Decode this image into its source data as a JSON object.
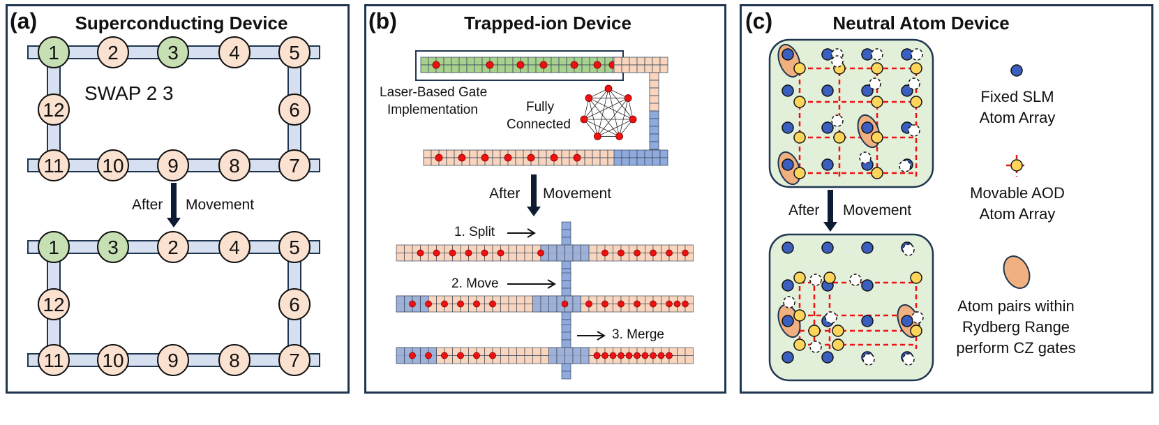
{
  "panel_a": {
    "label": "(a)",
    "title": "Superconducting Device",
    "swap_text": "SWAP 2 3",
    "after_text": "After",
    "movement_text": "Movement",
    "top_qubits": [
      "1",
      "2",
      "3",
      "4",
      "5",
      "6",
      "7",
      "8",
      "9",
      "10",
      "11",
      "12"
    ],
    "bottom_qubits": [
      "1",
      "3",
      "2",
      "4",
      "5",
      "6",
      "7",
      "8",
      "9",
      "10",
      "11",
      "12"
    ],
    "green_top": [
      "1",
      "3"
    ],
    "green_bottom": [
      "1",
      "3"
    ]
  },
  "panel_b": {
    "label": "(b)",
    "title": "Trapped-ion Device",
    "laser_label_line1": "Laser-Based Gate",
    "laser_label_line2": "Implementation",
    "fully_line1": "Fully",
    "fully_line2": "Connected",
    "after_text": "After",
    "movement_text": "Movement",
    "step1": "1. Split",
    "step2": "2. Move",
    "step3": "3. Merge"
  },
  "panel_c": {
    "label": "(c)",
    "title": "Neutral Atom Device",
    "after_text": "After",
    "movement_text": "Movement",
    "legend_slm_line1": "Fixed SLM",
    "legend_slm_line2": "Atom Array",
    "legend_aod_line1": "Movable AOD",
    "legend_aod_line2": "Atom Array",
    "legend_pair_line1": "Atom pairs within",
    "legend_pair_line2": "Rydberg Range",
    "legend_pair_line3": "perform CZ gates"
  },
  "colors": {
    "border": "#1f3550",
    "qubit_peach": "#fbe1d0",
    "qubit_green": "#c6e0b4",
    "coupler": "#d6e0f0",
    "ion_peach": "#f9d5bd",
    "ion_green": "#a9d18e",
    "ion_blue": "#8faadc",
    "ion_red": "#ee1111",
    "atom_blue": "#3b5fbf",
    "atom_yellow": "#fcd55a",
    "pair_orange": "#f0b080",
    "trap_bg": "#e2efd9",
    "aod_line": "#ee1111"
  }
}
